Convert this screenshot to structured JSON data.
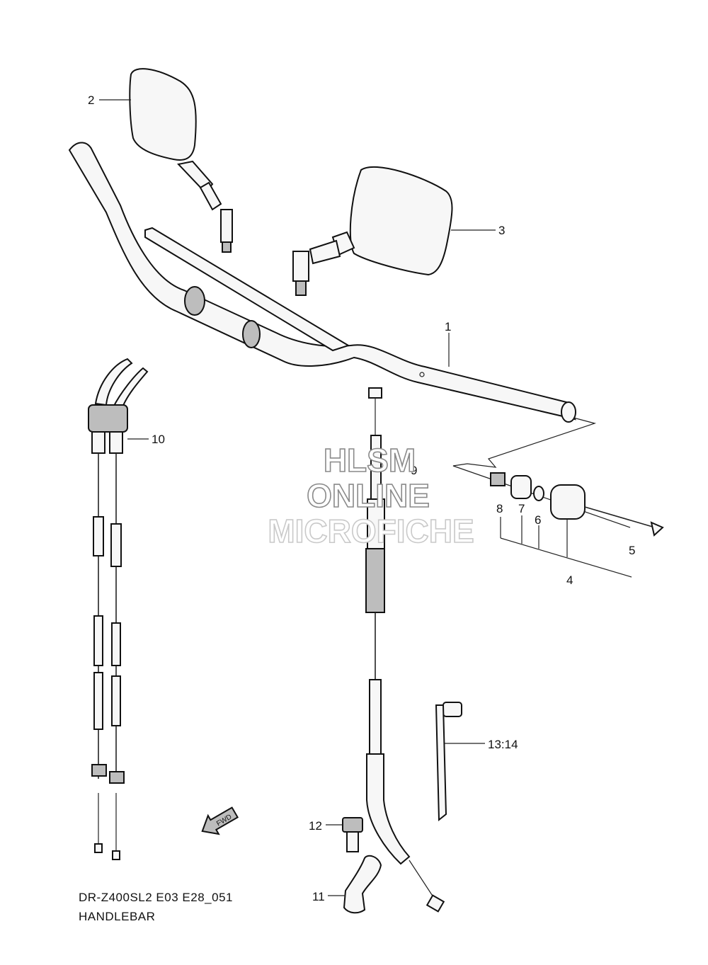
{
  "diagram": {
    "model_code": "DR-Z400SL2 E03 E28_051",
    "title": "HANDLEBAR"
  },
  "watermark": [
    "HLSM",
    "ONLINE",
    "MICROFICHE"
  ],
  "fwd_label": "FWD",
  "callouts": {
    "c1": "1",
    "c2": "2",
    "c3": "3",
    "c4": "4",
    "c5": "5",
    "c6": "6",
    "c7": "7",
    "c8": "8",
    "c9": "9",
    "c10": "10",
    "c11": "11",
    "c12": "12",
    "c1314": "13:14"
  }
}
